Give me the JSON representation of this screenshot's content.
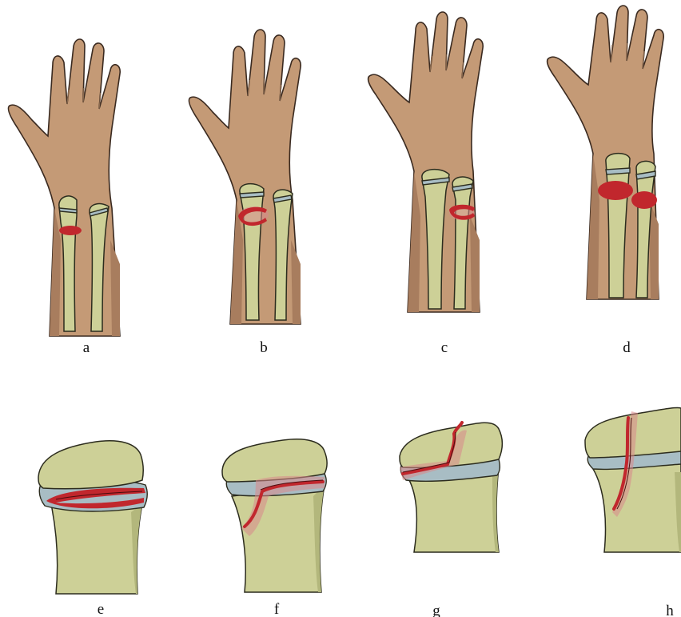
{
  "colors": {
    "skin": "#C49A76",
    "bone": "#CDD097",
    "cartilage": "#A8BDC4",
    "fracture": "#C1272D"
  },
  "panels": {
    "a": {
      "label": "a"
    },
    "b": {
      "label": "b"
    },
    "c": {
      "label": "c"
    },
    "d": {
      "label": "d"
    },
    "e": {
      "label": "e"
    },
    "f": {
      "label": "f"
    },
    "g": {
      "label": "g"
    },
    "h": {
      "label": "h"
    }
  }
}
